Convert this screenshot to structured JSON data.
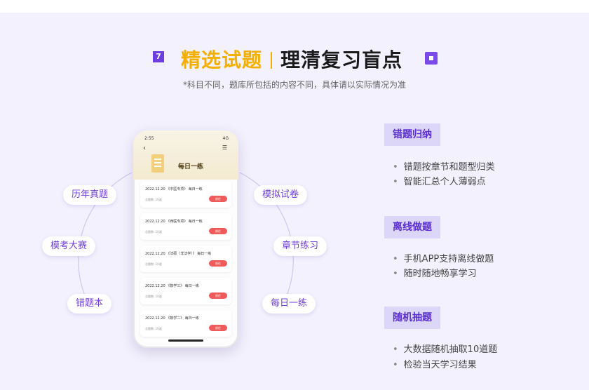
{
  "header": {
    "badge_number": "7",
    "title_highlight": "精选试题",
    "title_rest": "理清复习盲点",
    "subtitle": "*科目不同，题库所包括的内容不同，具体请以实际情况为准"
  },
  "orbit_tags": {
    "left": [
      "历年真题",
      "模考大赛",
      "错题本"
    ],
    "right": [
      "模拟试卷",
      "章节练习",
      "每日一练"
    ]
  },
  "phone": {
    "status_time": "2:55",
    "status_right": "4G",
    "header_title": "每日一练",
    "cards": [
      {
        "title": "2022.12.20 《中医专项》 每日一练",
        "meta": "总题数: 10道",
        "button": "前往"
      },
      {
        "title": "2022.12.20 《西医专项》 每日一练",
        "meta": "总题数: 10道",
        "button": "前往"
      },
      {
        "title": "2022.12.20 《法硕（非法学）》 每日一练",
        "meta": "总题数: 10道",
        "button": "前往"
      },
      {
        "title": "2022.12.20 《数学三》 每日一练",
        "meta": "总题数: 10道",
        "button": "前往"
      },
      {
        "title": "2022.12.20 《数学二》 每日一练",
        "meta": "总题数: 10道",
        "button": "前往"
      }
    ]
  },
  "features": [
    {
      "label": "错题归纳",
      "items": [
        "错题按章节和题型归类",
        "智能汇总个人薄弱点"
      ]
    },
    {
      "label": "离线做题",
      "items": [
        "手机APP支持离线做题",
        "随时随地畅享学习"
      ]
    },
    {
      "label": "随机抽题",
      "items": [
        "大数据随机抽取10道题",
        "检验当天学习结果"
      ]
    }
  ],
  "colors": {
    "accent_purple": "#6e3de0",
    "highlight_yellow": "#f4b000",
    "background": "#f3f1fd",
    "button_red": "#ef5b5b"
  }
}
